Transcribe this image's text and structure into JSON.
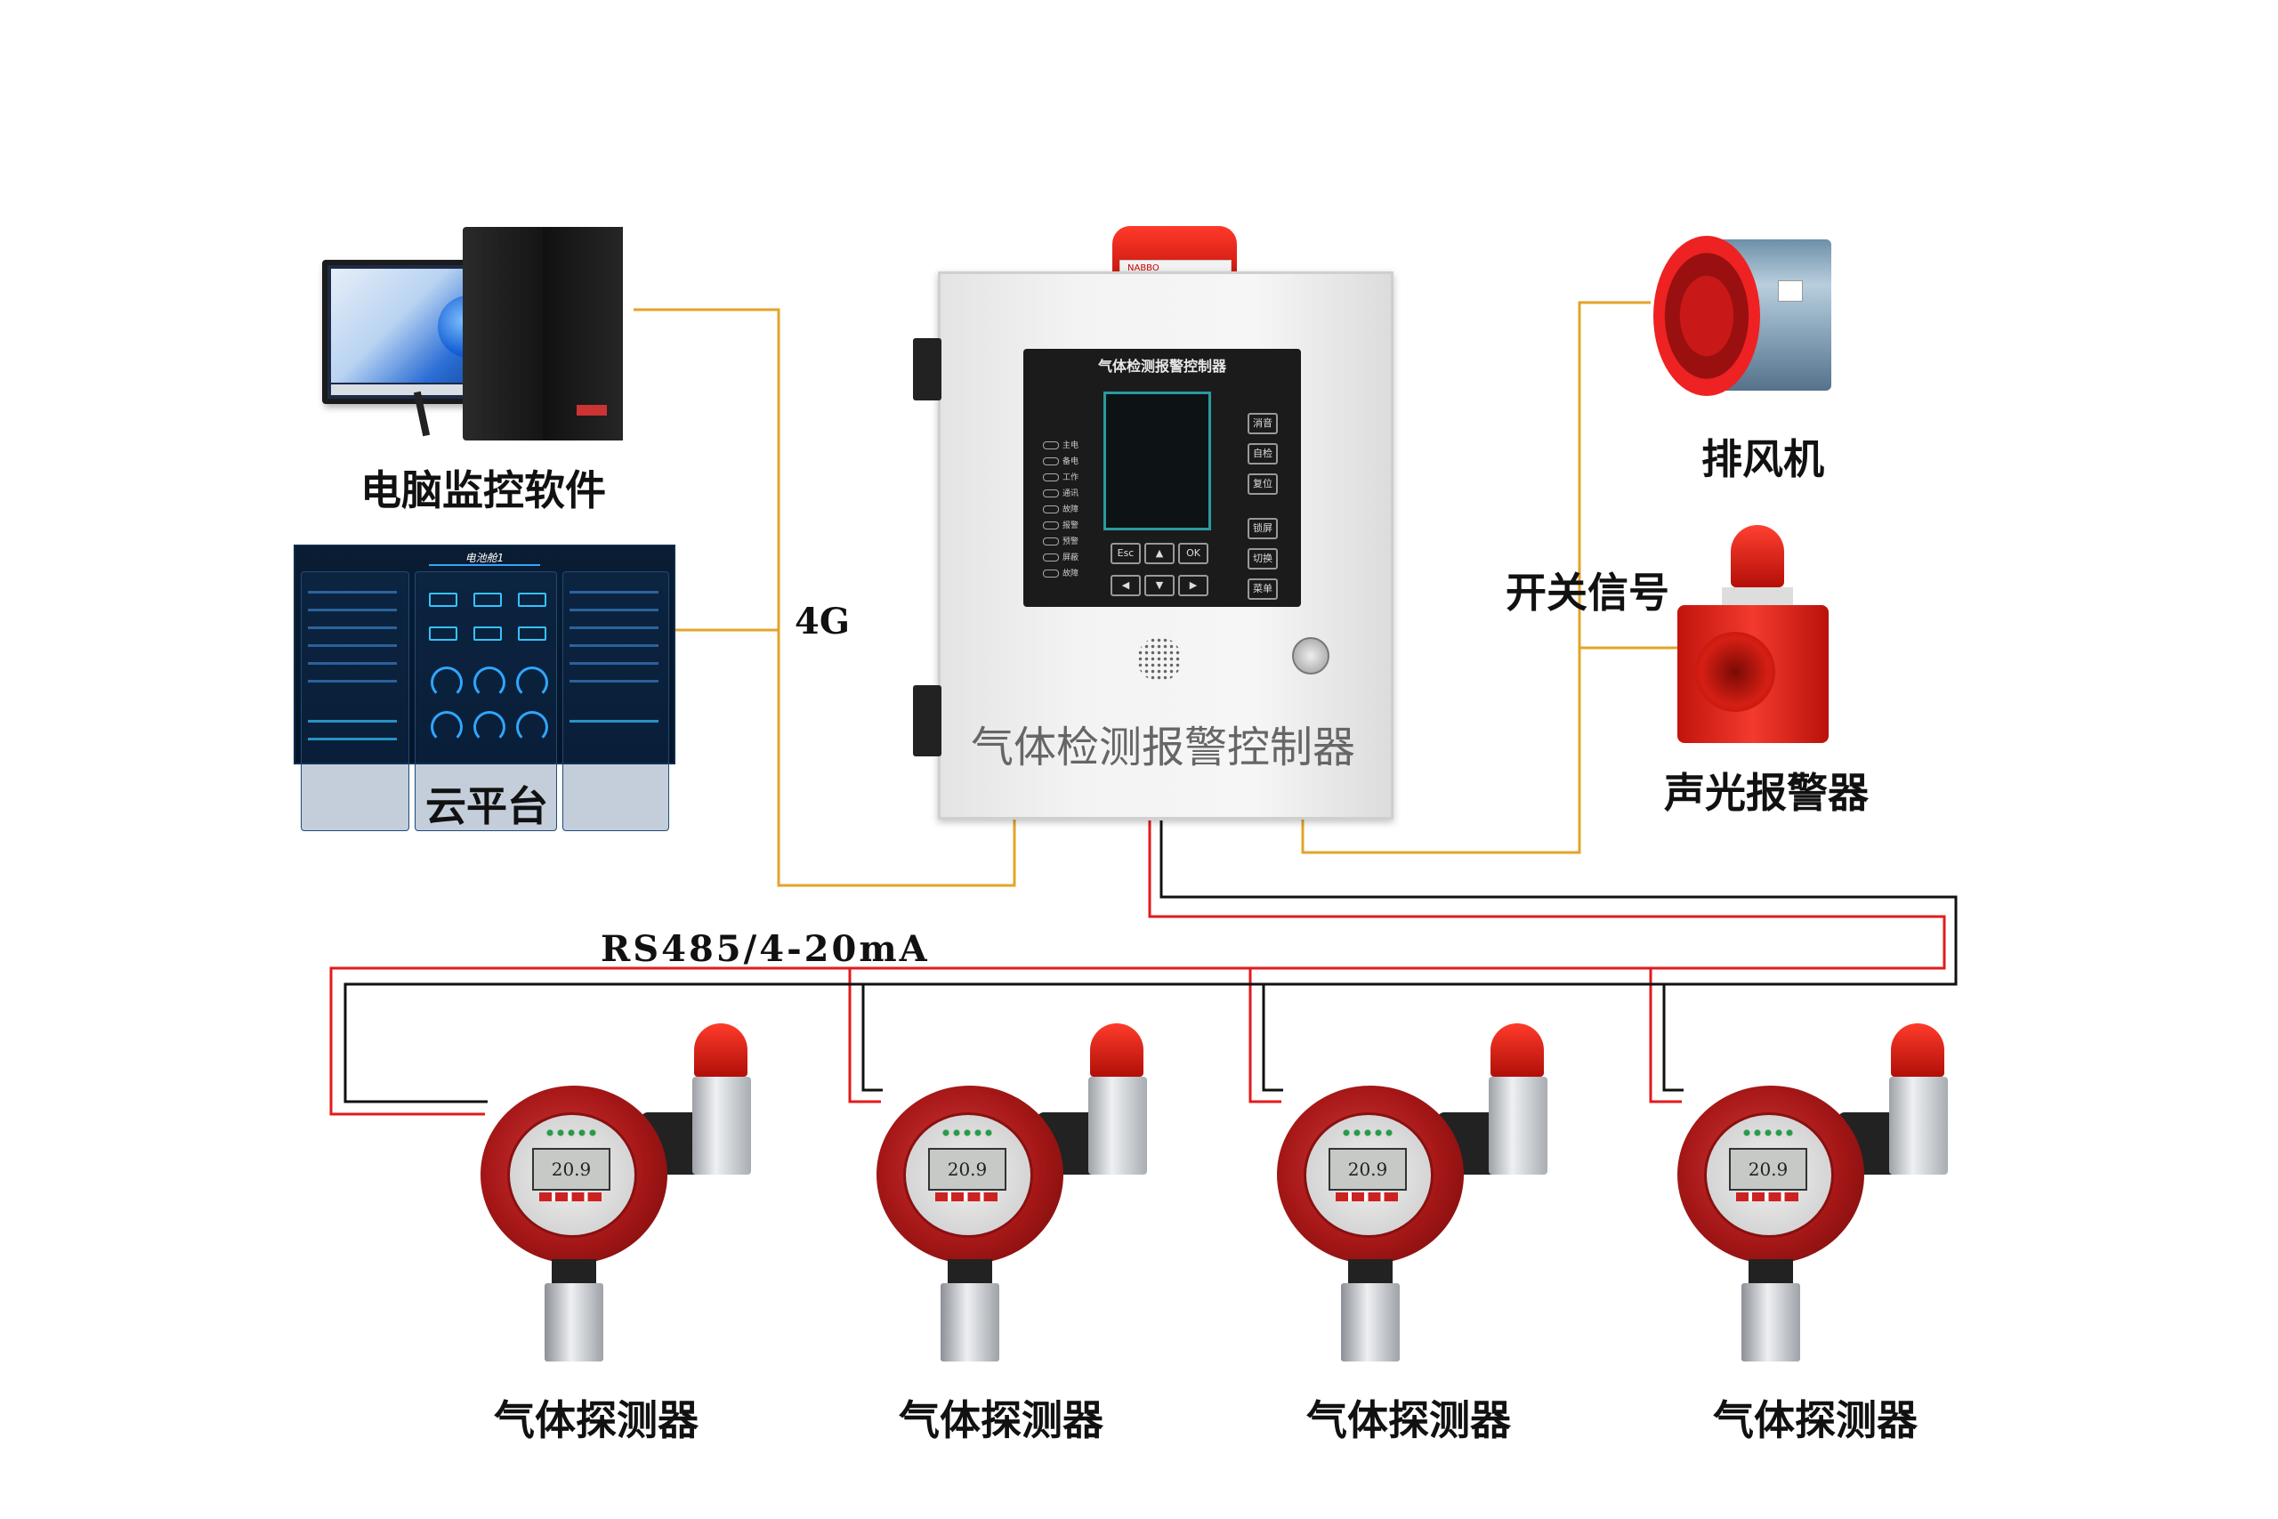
{
  "diagram": {
    "labels": {
      "pc_software": "电脑监控软件",
      "cloud_platform": "云平台",
      "link_4g": "4G",
      "exhaust_fan": "排风机",
      "switch_signal": "开关信号",
      "sound_light_alarm": "声光报警器",
      "bus_protocol": "RS485/4-20mA"
    },
    "controller": {
      "panel_title": "气体检测报警控制器",
      "front_label": "气体检测报警控制器",
      "beacon_brand": "NABBO",
      "keys": [
        "消音",
        "自检",
        "复位",
        "锁屏",
        "切换",
        "菜单"
      ],
      "nav_keys": [
        "Esc",
        "▲",
        "OK",
        "◀",
        "▼",
        "▶"
      ],
      "led_labels": [
        "主电",
        "备电",
        "工作",
        "通讯",
        "故障",
        "报警",
        "预警",
        "屏蔽",
        "故障"
      ]
    },
    "dashboard": {
      "title": "电池舱1"
    },
    "detectors": [
      {
        "label": "气体探测器",
        "reading": "20.9"
      },
      {
        "label": "气体探测器",
        "reading": "20.9"
      },
      {
        "label": "气体探测器",
        "reading": "20.9"
      },
      {
        "label": "气体探测器",
        "reading": "20.9"
      }
    ],
    "colors": {
      "signal_wire": "#e3a42a",
      "bus_red": "#e21b1b",
      "bus_black": "#111111",
      "device_red": "#c41a12"
    }
  }
}
